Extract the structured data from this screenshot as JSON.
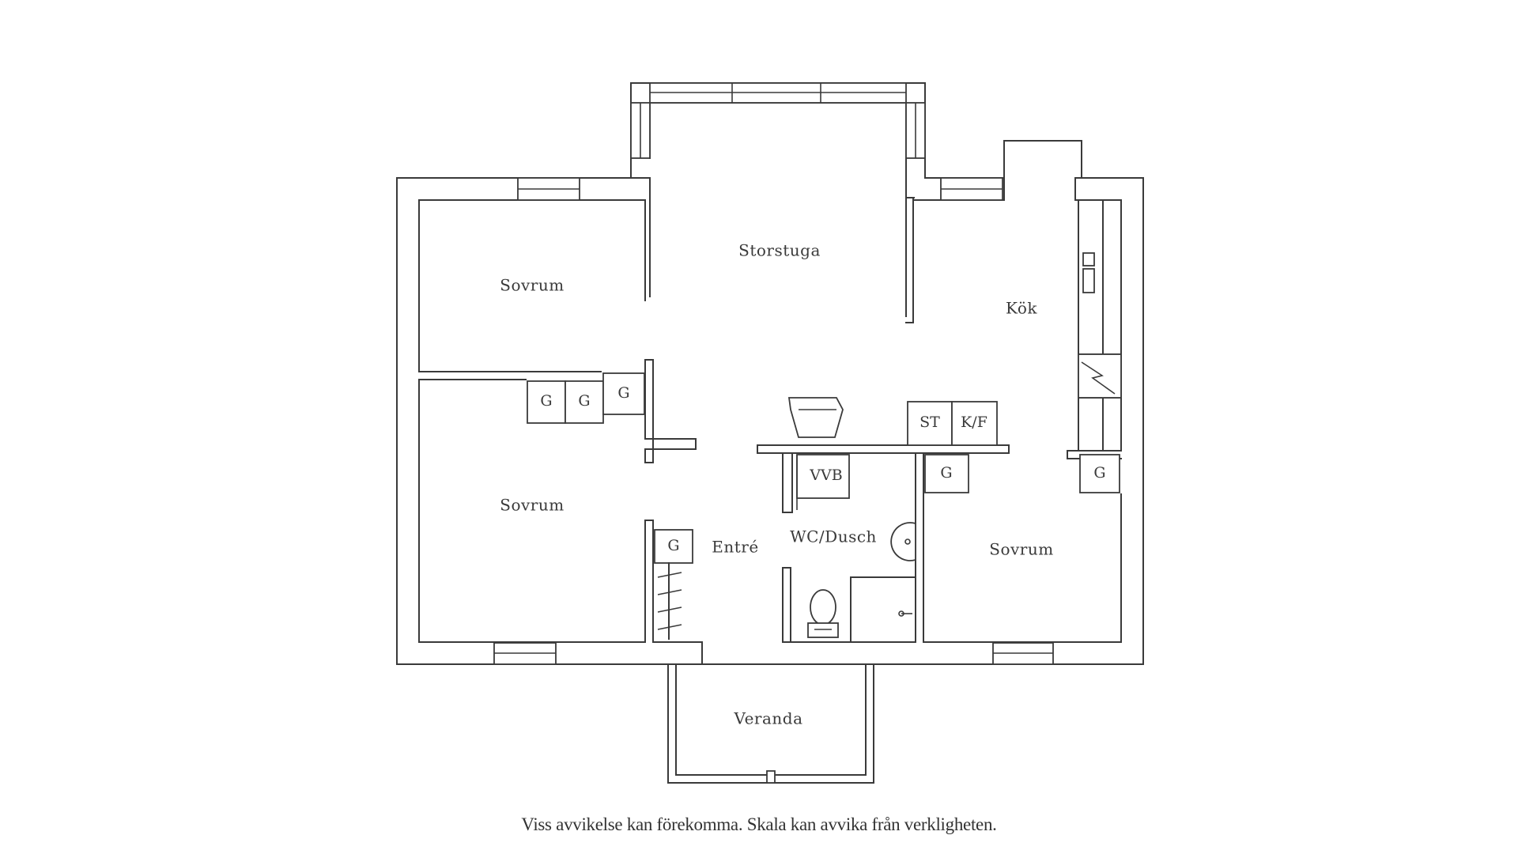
{
  "rooms": {
    "storstuga": "Storstuga",
    "sovrum_top_left": "Sovrum",
    "sovrum_mid_left": "Sovrum",
    "sovrum_right": "Sovrum",
    "kok": "Kök",
    "entre": "Entré",
    "wc_dusch": "WC/Dusch",
    "veranda": "Veranda"
  },
  "fixtures": {
    "g1": "G",
    "g2": "G",
    "g3": "G",
    "g4": "G",
    "g5": "G",
    "g6": "G",
    "st": "ST",
    "kf": "K/F",
    "vvb": "VVB"
  },
  "footer": {
    "disclaimer": "Viss avvikelse kan förekomma. Skala kan avvika från verkligheten."
  }
}
